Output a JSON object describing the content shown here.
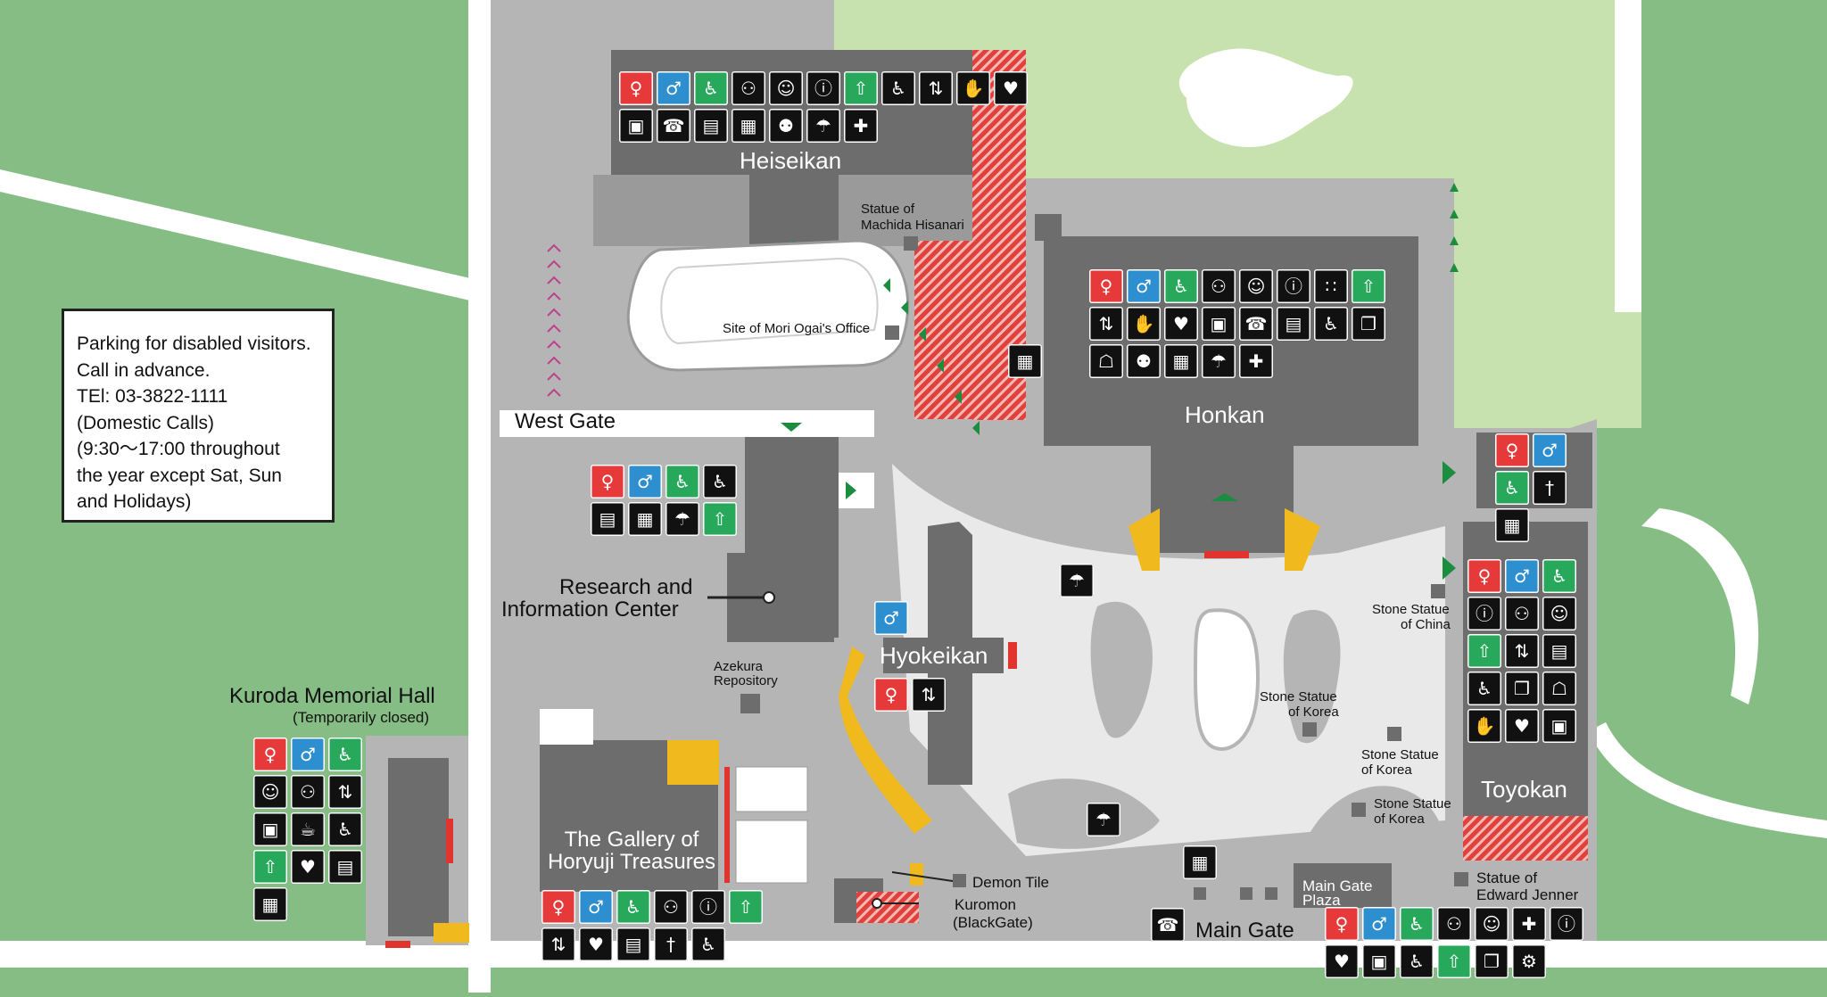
{
  "labels": {
    "heiseikan": "Heiseikan",
    "honkan": "Honkan",
    "toyokan": "Toyokan",
    "hyokeikan": "Hyokeikan",
    "west_gate": "West Gate",
    "main_gate": "Main Gate",
    "research_line1": "Research and",
    "research_line2": "Information Center",
    "gallery_line1": "The Gallery of",
    "gallery_line2": "Horyuji Treasures",
    "kuroda_title": "Kuroda Memorial Hall",
    "kuroda_sub": "(Temporarily closed)",
    "statue_machida_1": "Statue of",
    "statue_machida_2": "Machida Hisanari",
    "mori_ogai": "Site of Mori Ogai's Office",
    "azekura_1": "Azekura",
    "azekura_2": "Repository",
    "stone_china_1": "Stone Statue",
    "stone_china_2": "of China",
    "stone_korea1_1": "Stone Statue",
    "stone_korea1_2": "of Korea",
    "stone_korea2_1": "Stone Statue",
    "stone_korea2_2": "of Korea",
    "stone_korea3_1": "Stone Statue",
    "stone_korea3_2": "of Korea",
    "demon_tile": "Demon Tile",
    "kuromon_1": "Kuromon",
    "kuromon_2": "(BlackGate)",
    "main_gate_plaza_1": "Main Gate",
    "main_gate_plaza_2": "Plaza",
    "jenner_1": "Statue of",
    "jenner_2": "Edward Jenner"
  },
  "parking": {
    "line1": "Parking for disabled visitors.",
    "line2": "Call in advance.",
    "line3": "TEl: 03-3822-1111",
    "line4": " (Domestic Calls)",
    "line5": "(9:30～17:00 throughout",
    "line6": "the year except Sat, Sun",
    "line7": "and Holidays)"
  },
  "icon_sets": {
    "heiseikan": [
      "restroom-women",
      "restroom-men",
      "accessible-restroom",
      "baby-changing",
      "nursing-room",
      "information",
      "emergency-exit",
      "wheelchair",
      "elevator",
      "do-not-touch",
      "aed",
      "lockers",
      "telephone",
      "coin-lockers",
      "vending",
      "rest-area",
      "drinking-fountain",
      "first-aid"
    ],
    "honkan": [
      "restroom-women",
      "restroom-men",
      "accessible-restroom",
      "baby-changing",
      "nursing-room",
      "information",
      "braille",
      "emergency-exit",
      "elevator",
      "do-not-touch",
      "aed",
      "lockers",
      "telephone",
      "coin-lockers",
      "wheelchair",
      "gift-shop",
      "restaurant-seat",
      "rest-area",
      "vending",
      "drinking-fountain",
      "first-aid"
    ],
    "research": [
      "restroom-women",
      "restroom-men",
      "accessible-restroom",
      "wheelchair",
      "coin-lockers",
      "vending",
      "drinking-fountain",
      "emergency-exit"
    ],
    "hyokeikan_top": [
      "restroom-men"
    ],
    "hyokeikan_bottom": [
      "restroom-women",
      "elevator"
    ],
    "toyokan_top": [
      "restroom-women",
      "restroom-men",
      "accessible-restroom",
      "restaurant",
      "vending"
    ],
    "toyokan": [
      "restroom-women",
      "restroom-men",
      "accessible-restroom",
      "information",
      "baby-changing",
      "nursing-room",
      "emergency-exit",
      "elevator",
      "coin-lockers",
      "wheelchair",
      "gift-shop",
      "restaurant-seat",
      "do-not-touch",
      "aed",
      "lockers"
    ],
    "gallery": [
      "restroom-women",
      "restroom-men",
      "accessible-restroom",
      "baby-changing",
      "information",
      "emergency-exit",
      "elevator",
      "aed",
      "coin-lockers",
      "restaurant",
      "wheelchair"
    ],
    "kuroda": [
      "restroom-women",
      "restroom-men",
      "accessible-restroom",
      "nursing-room",
      "baby-changing",
      "elevator",
      "lockers",
      "cafe",
      "wheelchair",
      "emergency-exit",
      "aed",
      "coin-lockers",
      "vending"
    ],
    "main_gate": [
      "restroom-women",
      "restroom-men",
      "accessible-restroom",
      "baby-changing",
      "nursing-room",
      "first-aid",
      "information",
      "aed",
      "lockers",
      "wheelchair",
      "emergency-exit",
      "gift-shop",
      "ticket-accessible"
    ],
    "single_mori": [
      "vending"
    ],
    "single_honkan_front": [
      "drinking-fountain"
    ],
    "single_fountain": [
      "drinking-fountain"
    ],
    "single_gate_vending": [
      "vending"
    ],
    "single_telephone": [
      "telephone"
    ]
  },
  "colors": {
    "grass": "#86bd85",
    "light_grass": "#c7e2ae",
    "path": "#b5b5b5",
    "building": "#6d6d6d",
    "accent_yellow": "#f0b91e",
    "accent_red": "#e2342f",
    "arrow_green": "#1c8c3e"
  }
}
